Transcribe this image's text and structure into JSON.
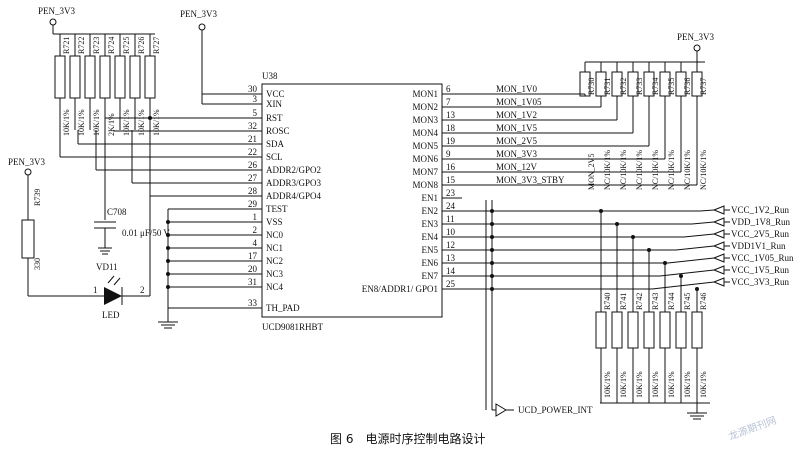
{
  "supply": {
    "pen_3v3": "PEN_3V3"
  },
  "chip": {
    "ref": "U38",
    "part": "UCD9081RHBT",
    "left_pins": [
      {
        "num": "30",
        "name": "VCC"
      },
      {
        "num": "3",
        "name": "XIN"
      },
      {
        "num": "5",
        "name": "RST"
      },
      {
        "num": "32",
        "name": "ROSC"
      },
      {
        "num": "21",
        "name": "SDA"
      },
      {
        "num": "22",
        "name": "SCL"
      },
      {
        "num": "26",
        "name": "ADDR2/GPO2"
      },
      {
        "num": "27",
        "name": "ADDR3/GPO3"
      },
      {
        "num": "28",
        "name": "ADDR4/GPO4"
      },
      {
        "num": "29",
        "name": "TEST"
      },
      {
        "num": "1",
        "name": "VSS"
      },
      {
        "num": "2",
        "name": "NC0"
      },
      {
        "num": "4",
        "name": "NC1"
      },
      {
        "num": "17",
        "name": "NC2"
      },
      {
        "num": "20",
        "name": "NC3"
      },
      {
        "num": "31",
        "name": "NC4"
      },
      {
        "num": "33",
        "name": "TH_PAD"
      }
    ],
    "right_pins": [
      {
        "num": "6",
        "name": "MON1",
        "net": "MON_1V0"
      },
      {
        "num": "7",
        "name": "MON2",
        "net": "MON_1V05"
      },
      {
        "num": "13",
        "name": "MON3",
        "net": "MON_1V2"
      },
      {
        "num": "18",
        "name": "MON4",
        "net": "MON_1V5"
      },
      {
        "num": "19",
        "name": "MON5",
        "net": "MON_2V5"
      },
      {
        "num": "9",
        "name": "MON6",
        "net": "MON_3V3"
      },
      {
        "num": "16",
        "name": "MON7",
        "net": "MON_12V"
      },
      {
        "num": "15",
        "name": "MON8",
        "net": "MON_3V3_STBY"
      },
      {
        "num": "23",
        "name": "EN1",
        "net": ""
      },
      {
        "num": "24",
        "name": "EN2",
        "net": ""
      },
      {
        "num": "11",
        "name": "EN3",
        "net": ""
      },
      {
        "num": "10",
        "name": "EN4",
        "net": ""
      },
      {
        "num": "12",
        "name": "EN5",
        "net": ""
      },
      {
        "num": "13",
        "name": "EN6",
        "net": ""
      },
      {
        "num": "14",
        "name": "EN7",
        "net": ""
      },
      {
        "num": "25",
        "name": "EN8/ADDR1/ GPO1",
        "net": ""
      }
    ]
  },
  "top_resistors": [
    {
      "ref": "R721",
      "val": "10K/1%"
    },
    {
      "ref": "R722",
      "val": "10K/1%"
    },
    {
      "ref": "R723",
      "val": "10K/1%"
    },
    {
      "ref": "R724",
      "val": "2K/1%"
    },
    {
      "ref": "R725",
      "val": "10K/1%"
    },
    {
      "ref": "R726",
      "val": "10K/1%"
    },
    {
      "ref": "R727",
      "val": "10K/1%"
    }
  ],
  "right_top_resistors": [
    {
      "ref": "R730",
      "val": "MON_2V5"
    },
    {
      "ref": "R731",
      "val": "NC/10K/1%"
    },
    {
      "ref": "R732",
      "val": "NC/10K/1%"
    },
    {
      "ref": "R733",
      "val": "NC/10K/1%"
    },
    {
      "ref": "R734",
      "val": "NC/10K/1%"
    },
    {
      "ref": "R735",
      "val": "NC/10K/1%"
    },
    {
      "ref": "R736",
      "val": "NC/10K/1%"
    },
    {
      "ref": "R737",
      "val": "NC/10K/1%"
    }
  ],
  "bottom_resistors": [
    {
      "ref": "R740",
      "val": "10K/1%"
    },
    {
      "ref": "R741",
      "val": "10K/1%"
    },
    {
      "ref": "R742",
      "val": "10K/1%"
    },
    {
      "ref": "R743",
      "val": "10K/1%"
    },
    {
      "ref": "R744",
      "val": "10K/1%"
    },
    {
      "ref": "R745",
      "val": "10K/1%"
    },
    {
      "ref": "R746",
      "val": "10K/1%"
    }
  ],
  "outputs": [
    "VCC_1V2_Run",
    "VDD_1V8_Run",
    "VCC_2V5_Run",
    "VDD1V1_Run",
    "VCC_1V05_Run",
    "VCC_1V5_Run",
    "VCC_3V3_Run"
  ],
  "power_int": "UCD_POWER_INT",
  "capacitor": {
    "ref": "C708",
    "val": "0.01 μF/50 V"
  },
  "vd": {
    "ref": "VD11",
    "label": "LED",
    "pin1": "1",
    "pin2": "2"
  },
  "r739": {
    "ref": "R739",
    "val": "330"
  },
  "caption": "图 6　电源时序控制电路设计",
  "watermark": "龙源期刊网"
}
